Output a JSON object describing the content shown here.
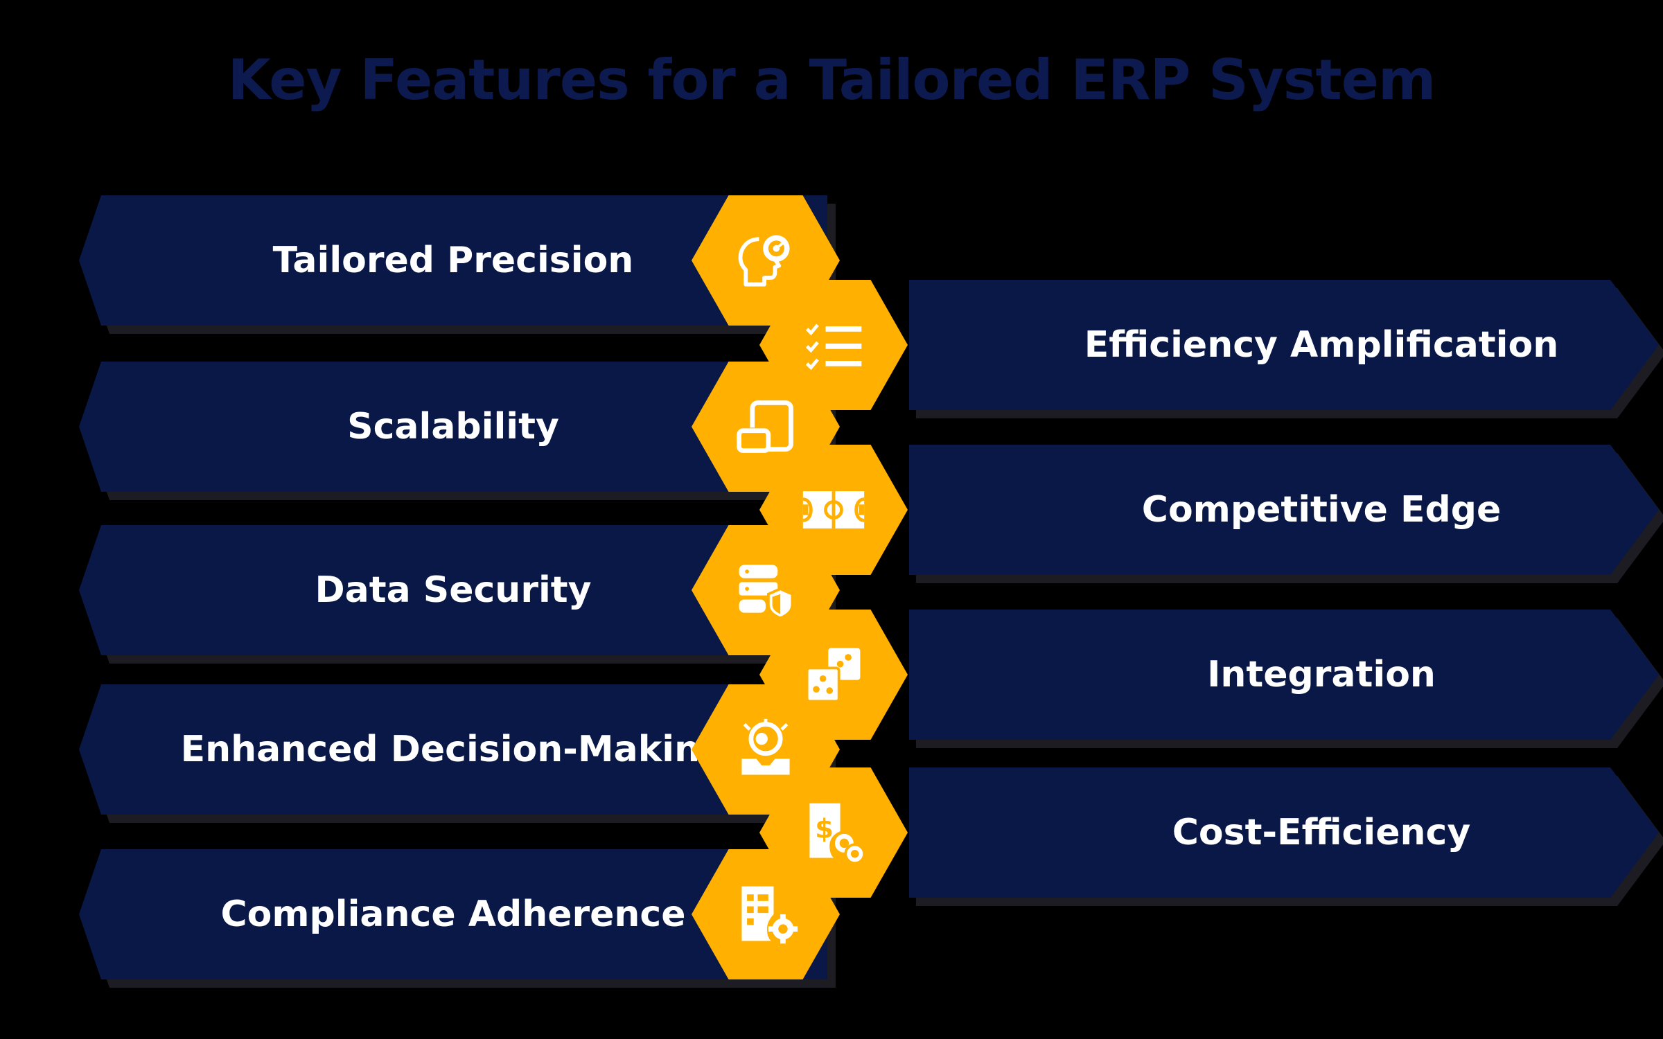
{
  "title": "Key Features for a Tailored ERP System",
  "colors": {
    "background": "#000000",
    "title": "#0d1a50",
    "bar": "#0a1847",
    "hex": "#ffb000",
    "label": "#ffffff"
  },
  "left_features": [
    {
      "label": "Tailored Precision",
      "icon": "head-with-target-icon"
    },
    {
      "label": "Scalability",
      "icon": "resize-screens-icon"
    },
    {
      "label": "Data Security",
      "icon": "database-shield-icon"
    },
    {
      "label": "Enhanced Decision-Making",
      "icon": "person-with-idea-icon"
    },
    {
      "label": "Compliance Adherence",
      "icon": "document-gear-icon"
    }
  ],
  "right_features": [
    {
      "label": "Efficiency Amplification",
      "icon": "checklist-icon"
    },
    {
      "label": "Competitive Edge",
      "icon": "playing-field-icon"
    },
    {
      "label": "Integration",
      "icon": "puzzle-pieces-icon"
    },
    {
      "label": "Cost-Efficiency",
      "icon": "document-coins-icon"
    }
  ]
}
